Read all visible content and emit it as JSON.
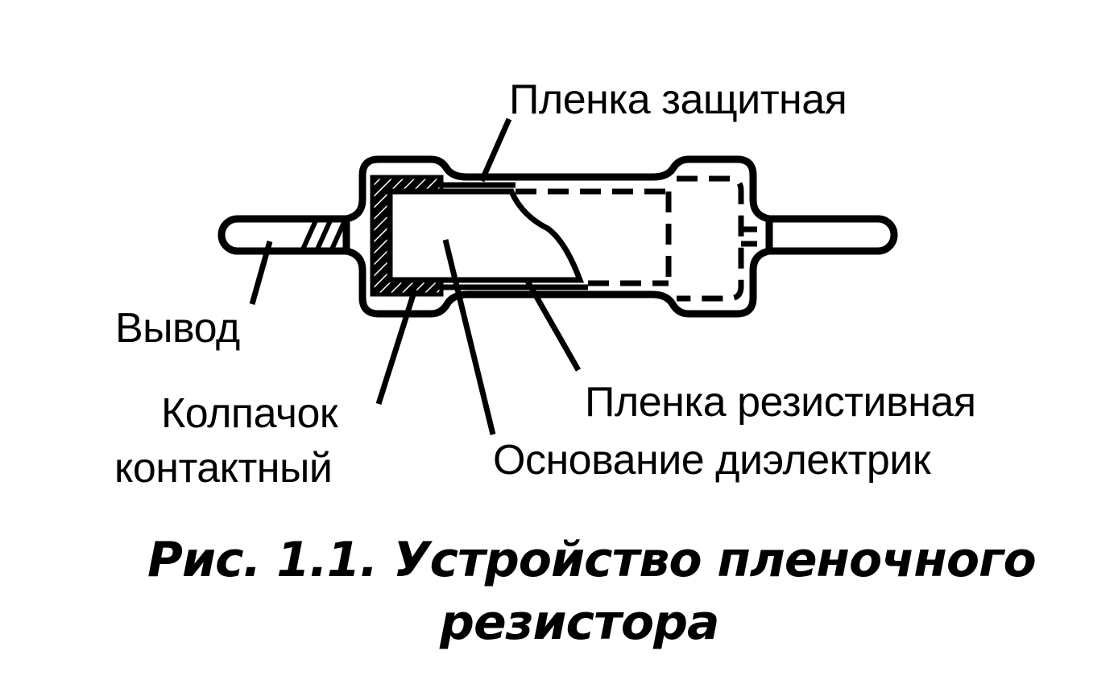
{
  "labels": {
    "protective_film": "Пленка защитная",
    "lead": "Вывод",
    "cap_line1": "Колпачок",
    "cap_line2": "контактный",
    "resistive_film": "Пленка резистивная",
    "dielectric_base": "Основание диэлектрик"
  },
  "caption": {
    "line1": "Рис. 1.1. Устройство пленочного",
    "line2": "резистора"
  }
}
